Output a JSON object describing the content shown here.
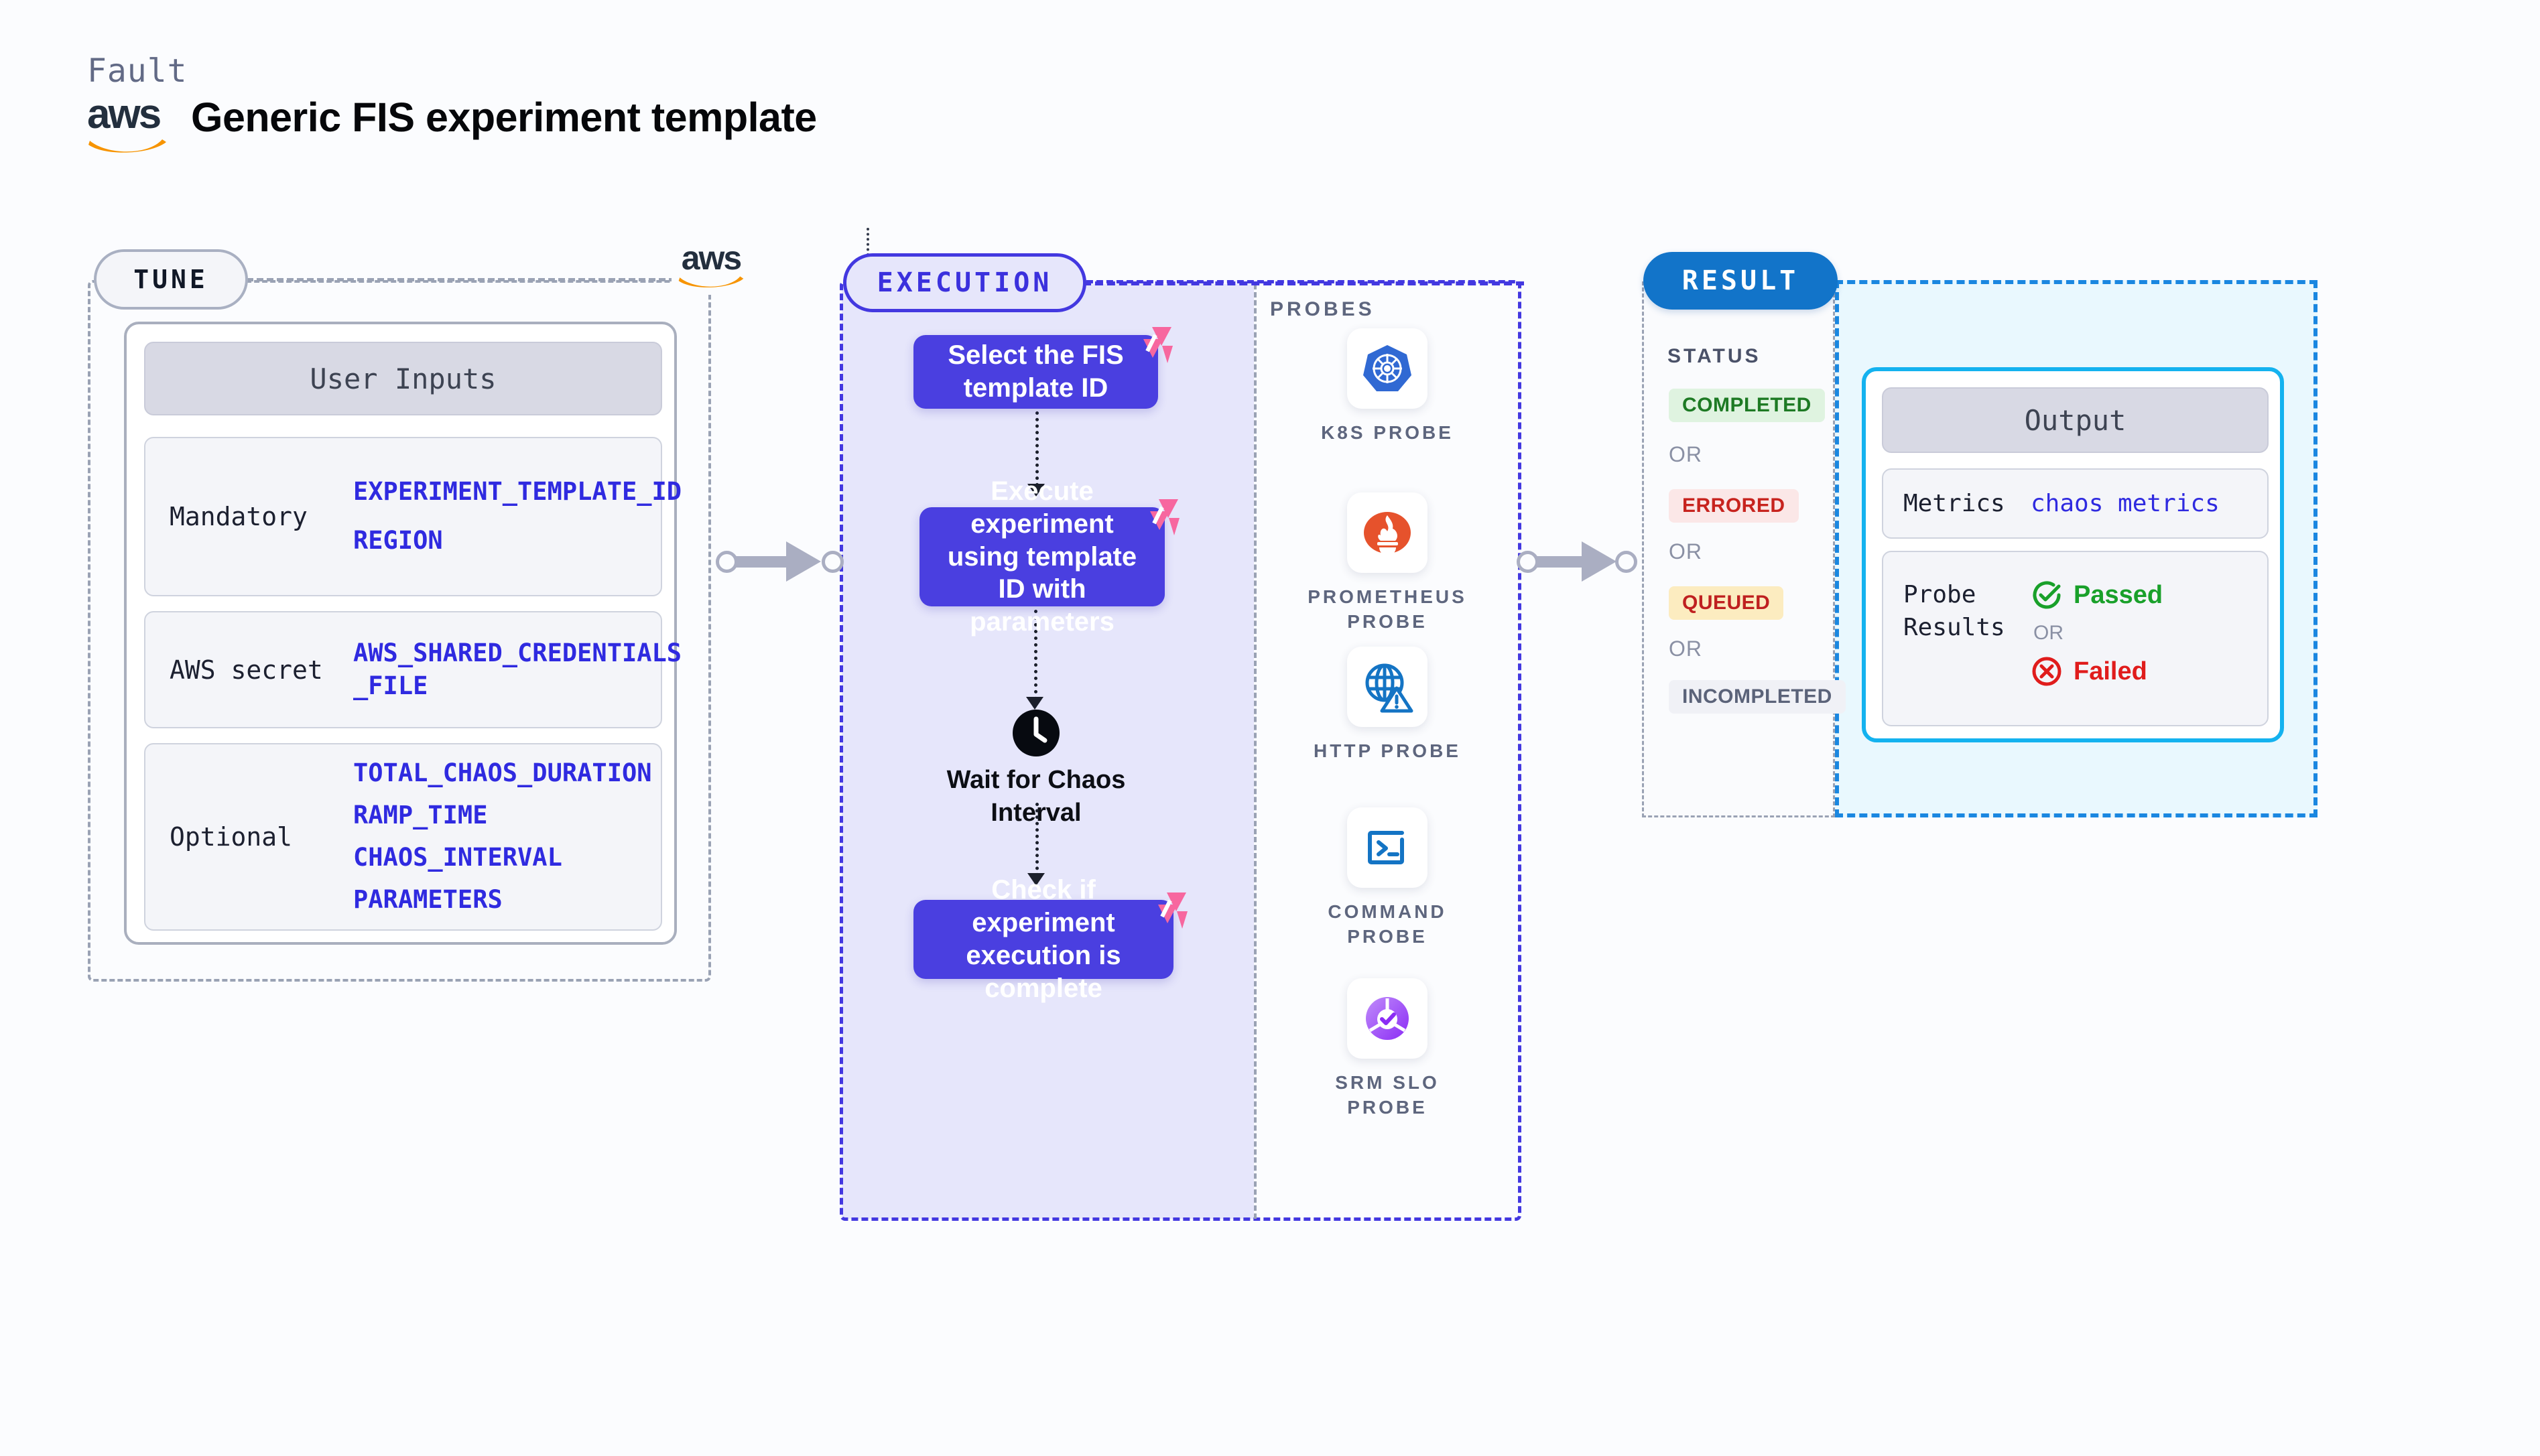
{
  "header": {
    "eyebrow": "Fault",
    "logo_name": "aws-logo",
    "title": "Generic FIS experiment template"
  },
  "tune": {
    "pill_label": "TUNE",
    "aws_badge_name": "aws-logo-small",
    "card": {
      "header": "User Inputs",
      "rows": [
        {
          "label": "Mandatory",
          "values": [
            "EXPERIMENT_TEMPLATE_ID",
            "REGION"
          ]
        },
        {
          "label": "AWS secret",
          "values": [
            "AWS_SHARED_CREDENTIALS\n_FILE"
          ]
        },
        {
          "label": "Optional",
          "values": [
            "TOTAL_CHAOS_DURATION",
            "RAMP_TIME",
            "CHAOS_INTERVAL",
            "PARAMETERS"
          ]
        }
      ]
    }
  },
  "execution": {
    "pill_label": "EXECUTION",
    "steps": [
      {
        "text": "Select the FIS\ntemplate ID",
        "badge": "litmus-badge"
      },
      {
        "text": "Execute experiment\nusing template ID\nwith parameters",
        "badge": "litmus-badge"
      },
      {
        "text": "Check if experiment\nexecution is complete",
        "badge": "litmus-badge"
      }
    ],
    "wait": {
      "icon": "clock-icon",
      "label": "Wait for Chaos\nInterval"
    }
  },
  "probes": {
    "title": "PROBES",
    "items": [
      {
        "icon": "kubernetes-icon",
        "label": "K8S  PROBE"
      },
      {
        "icon": "prometheus-icon",
        "label": "PROMETHEUS\nPROBE"
      },
      {
        "icon": "http-globe-warning-icon",
        "label": "HTTP PROBE"
      },
      {
        "icon": "terminal-icon",
        "label": "COMMAND\nPROBE"
      },
      {
        "icon": "srm-slo-icon",
        "label": "SRM SLO\nPROBE"
      }
    ]
  },
  "result": {
    "pill_label": "RESULT",
    "status_title": "STATUS",
    "or_label": "OR",
    "statuses": [
      {
        "label": "COMPLETED"
      },
      {
        "label": "ERRORED"
      },
      {
        "label": "QUEUED"
      },
      {
        "label": "INCOMPLETED"
      }
    ],
    "output": {
      "header": "Output",
      "metrics_label": "Metrics",
      "metrics_value": "chaos metrics",
      "probe_results_label": "Probe\nResults",
      "passed_label": "Passed",
      "failed_label": "Failed",
      "or_label": "OR"
    }
  },
  "colors": {
    "accent_indigo": "#4a3fe0",
    "accent_blue": "#1274c9",
    "accent_cyan": "#14b2ef",
    "litmus_pink": "#f7679f",
    "aws_orange": "#f79400",
    "mono_value": "#2f2ae0",
    "success_green": "#19a02a",
    "error_red": "#e01c1c"
  }
}
